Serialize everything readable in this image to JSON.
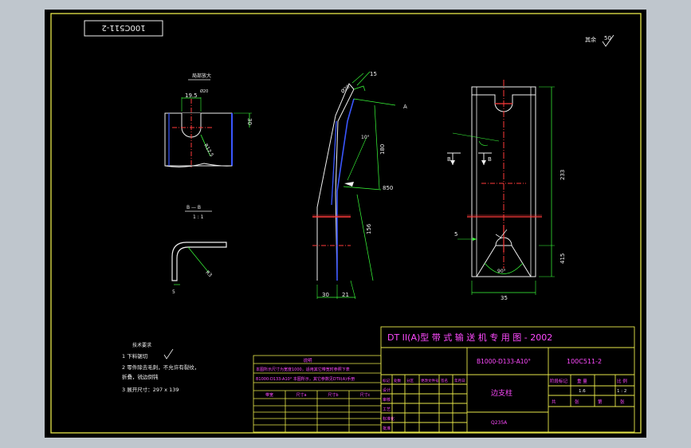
{
  "drawing_no": "100C511-2",
  "surface_finish_note": "其余",
  "surface_finish_value": "50",
  "detail_label": "局部放大",
  "dims": {
    "d_195": "19.5",
    "d_620": "Ø20",
    "d_30": "30",
    "d_025": "R12.5",
    "d_15": "15",
    "d_a": "A",
    "d_angle": "10°",
    "d_180": "180",
    "d_850": "850",
    "d_156": "156",
    "d_30b": "30",
    "d_21": "21",
    "d_B1": "B",
    "d_B2": "B",
    "d_233": "233",
    "d_5": "5",
    "d_415": "415",
    "d_90": "90°",
    "d_35": "35",
    "d_R3": "R3",
    "d_5b": "5"
  },
  "section_label": "B — B",
  "section_scale": "1 : 1",
  "tech_requirements": {
    "title": "技术要求",
    "line1": "1  下料锯切",
    "line2": "2  零件除去毛刺，不允许有裂纹，",
    "line3": "   折叠，锐边倒钝",
    "line4": "3  展开尺寸：297 x 139"
  },
  "notes_table": {
    "title": "说明",
    "row1": "本图所示尺寸为宽度1000，适用其它带宽时参照下表",
    "row2": "B1000-D133-A10° 本图所示，其它参数见DTII(A)手册",
    "col_headers": [
      "带宽",
      "尺寸a",
      "尺寸b",
      "尺寸c"
    ]
  },
  "title_block": {
    "main_title": "DT II(A)型  带 式 输 送 机 专 用 图 - 2002",
    "spec": "B1000-D133-A10°",
    "code": "100C511-2",
    "part_name": "边支柱",
    "material": "Q235A",
    "stage_header": "阶段标记",
    "weight_header": "重 量",
    "scale_header": "比 例",
    "weight_value": "1.6",
    "scale_value": "1 : 2",
    "sheet_total": "共",
    "sheet_unit": "张",
    "sheet_no": "第",
    "sheet_unit2": "张",
    "row_labels": [
      "标记",
      "处数",
      "分区",
      "更改文件号",
      "签名",
      "年月日"
    ],
    "sign_labels": [
      "设计",
      "审核",
      "工艺",
      "标准化",
      "批准"
    ]
  }
}
